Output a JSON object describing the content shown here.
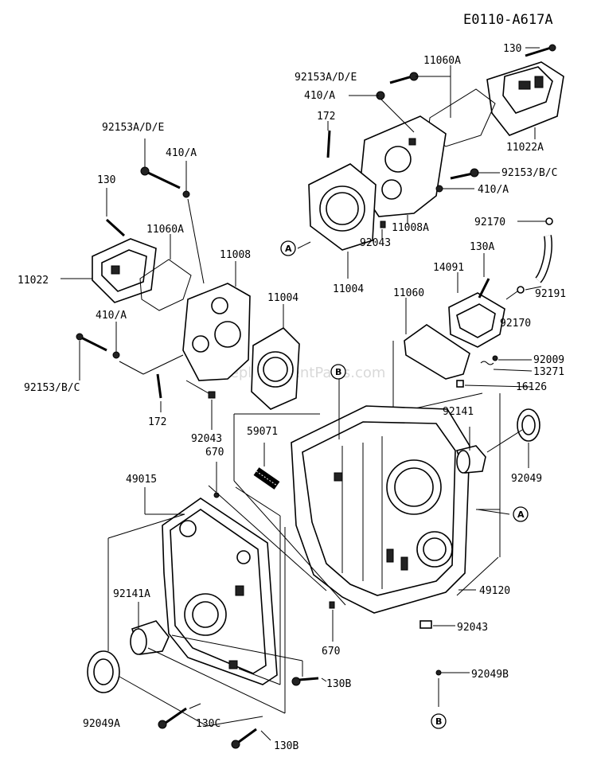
{
  "diagram_code": "E0110-A617A",
  "watermark": "eReplacementParts.com",
  "callouts": {
    "a1": "A",
    "a2": "A",
    "b1": "B",
    "b2": "B"
  },
  "labels": {
    "l130_top": "130",
    "l92153ade_top": "92153A/D/E",
    "l11060a_top": "11060A",
    "l410a_top": "410/A",
    "l172_top": "172",
    "l11022a": "11022A",
    "l92153bc_top": "92153/B/C",
    "l410a_mid": "410/A",
    "l92170_top": "92170",
    "l11008a": "11008A",
    "l92043_top": "92043",
    "l11004_top": "11004",
    "l130a": "130A",
    "l14091": "14091",
    "l92191": "92191",
    "l11060": "11060",
    "l92170_mid": "92170",
    "l92009": "92009",
    "l13271": "13271",
    "l16126": "16126",
    "l92153ade_left": "92153A/D/E",
    "l410a_left": "410/A",
    "l130_left": "130",
    "l11060a_left": "11060A",
    "l11008": "11008",
    "l11022": "11022",
    "l11004_mid": "11004",
    "l410a_left2": "410/A",
    "l92153bc_left": "92153/B/C",
    "l172_left": "172",
    "l92043_left": "92043",
    "l670_top": "670",
    "l59071": "59071",
    "l92141": "92141",
    "l92049": "92049",
    "l49015": "49015",
    "l49120": "49120",
    "l92141a": "92141A",
    "l92043_bot": "92043",
    "l670_bot": "670",
    "l92049b": "92049B",
    "l130b_1": "130B",
    "l92049a": "92049A",
    "l130c": "130C",
    "l130b_2": "130B"
  }
}
